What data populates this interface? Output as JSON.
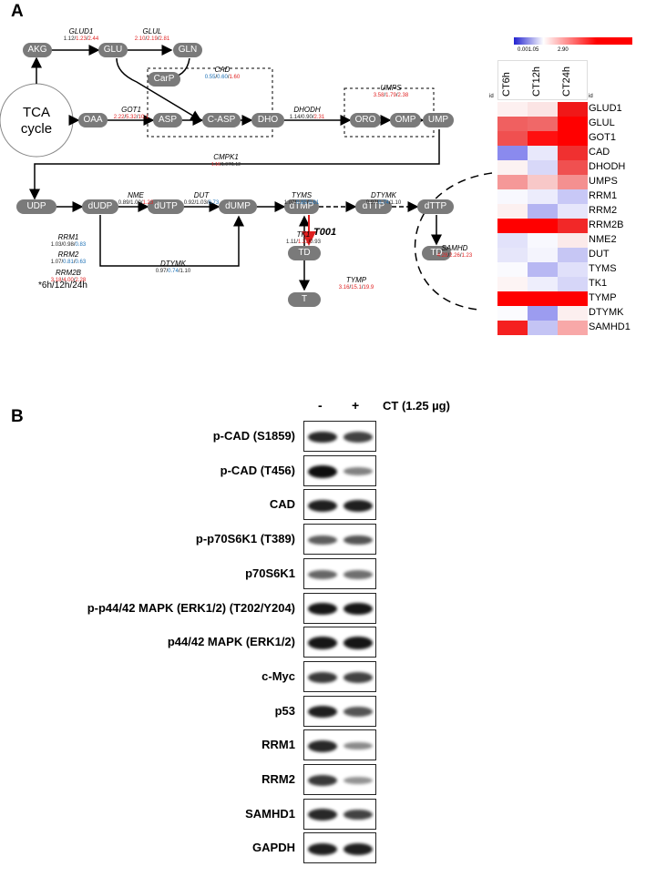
{
  "panel_a": {
    "letter": "A",
    "tca_label_1": "TCA",
    "tca_label_2": "cycle",
    "nodes": {
      "akg": "AKG",
      "glu": "GLU",
      "gln": "GLN",
      "carp": "CarP",
      "oaa": "OAA",
      "asp": "ASP",
      "casp": "C-ASP",
      "dho": "DHO",
      "oro": "ORO",
      "omp": "OMP",
      "ump": "UMP",
      "udp": "UDP",
      "dudp": "dUDP",
      "dutp": "dUTP",
      "dump": "dUMP",
      "dtmp": "dTMP",
      "dttp1": "dTTP",
      "dttp2": "dTTP",
      "td1": "TD",
      "td2": "TD",
      "t": "T"
    },
    "enzymes": {
      "glud1": {
        "name": "GLUD1",
        "v": [
          "1.12",
          "1.23",
          "2.44"
        ]
      },
      "glul": {
        "name": "GLUL",
        "v": [
          "2.10",
          "2.19",
          "2.81"
        ]
      },
      "cad": {
        "name": "CAD",
        "v": [
          "0.55",
          "0.60",
          "1.60"
        ]
      },
      "got1": {
        "name": "GOT1",
        "v": [
          "2.22",
          "5.32",
          "10.1"
        ]
      },
      "dhodh": {
        "name": "DHODH",
        "v": [
          "1.14",
          "0.90",
          "2.31"
        ]
      },
      "umps": {
        "name": "UMPS",
        "v": [
          "3.58",
          "1.79",
          "2.38"
        ]
      },
      "cmpk1": {
        "name": "CMPK1",
        "v": [
          "1.16",
          "1.07",
          "1.12"
        ]
      },
      "rrm1": {
        "name": "RRM1",
        "v": [
          "1.03",
          "0.98",
          "0.83"
        ]
      },
      "rrm2": {
        "name": "RRM2",
        "v": [
          "1.07",
          "0.81",
          "0.63"
        ]
      },
      "rrm2b": {
        "name": "RRM2B",
        "v": [
          "3.18",
          "4.00",
          "2.28"
        ]
      },
      "nme": {
        "name": "NME",
        "v": [
          "0.89",
          "1.00",
          "1.23"
        ]
      },
      "dut": {
        "name": "DUT",
        "v": [
          "0.92",
          "1.03",
          "0.73"
        ]
      },
      "tyms": {
        "name": "TYMS",
        "v": [
          "1.07",
          "0.85",
          "0.61"
        ]
      },
      "dtymk1": {
        "name": "DTYMK",
        "v": [
          "0.97",
          "0.74",
          "1.10"
        ]
      },
      "dtymk2": {
        "name": "DTYMK",
        "v": [
          "0.97",
          "0.74",
          "1.10"
        ]
      },
      "tk1": {
        "name": "TK1",
        "v": [
          "1.11",
          "1.22",
          "0.93"
        ]
      },
      "tymp": {
        "name": "TYMP",
        "v": [
          "3.16",
          "15.1",
          "19.9"
        ]
      },
      "samhd": {
        "name": "SAMHD",
        "v": [
          "4.28",
          "2.26",
          "1.23"
        ]
      }
    },
    "t001_label": "T001",
    "timepoints_note": "*6h/12h/24h",
    "colors": {
      "up": "#e02020",
      "down": "#1a6fb5",
      "neutral": "#222222",
      "node": "#7a7a7a",
      "arrow_red": "#e02020"
    }
  },
  "heatmap": {
    "scale_min": "0.001.05",
    "scale_max": "2.90",
    "id_label": "id",
    "columns": [
      "CT6h",
      "CT12h",
      "CT24h"
    ],
    "rows": [
      "GLUD1",
      "GLUL",
      "GOT1",
      "CAD",
      "DHODH",
      "UMPS",
      "RRM1",
      "RRM2",
      "RRM2B",
      "NME2",
      "DUT",
      "TYMS",
      "TK1",
      "TYMP",
      "DTYMK",
      "SAMHD1"
    ],
    "colors": [
      [
        "#fdf0f0",
        "#fbe4e4",
        "#f01818"
      ],
      [
        "#f06060",
        "#f06868",
        "#ff0000"
      ],
      [
        "#f05050",
        "#ff1010",
        "#ff0000"
      ],
      [
        "#8a8aee",
        "#e8e8fb",
        "#f03030"
      ],
      [
        "#fcf2f2",
        "#d8d8f8",
        "#f05050"
      ],
      [
        "#f59898",
        "#f8c8c8",
        "#f49090"
      ],
      [
        "#f8f8fe",
        "#ececfc",
        "#c8c8f6"
      ],
      [
        "#fcf0f0",
        "#b4b4f2",
        "#e6e6fb"
      ],
      [
        "#ff0000",
        "#ff0000",
        "#f22828"
      ],
      [
        "#e2e2fa",
        "#f8f8fe",
        "#fbeaea"
      ],
      [
        "#e6e6fa",
        "#f4f4fd",
        "#c6c6f4"
      ],
      [
        "#fafafe",
        "#b8b8f3",
        "#e0e0fa"
      ],
      [
        "#fdf4f4",
        "#eeeefc",
        "#d6d6f8"
      ],
      [
        "#ff0000",
        "#ff0000",
        "#ff0000"
      ],
      [
        "#fbfbfe",
        "#9c9cf0",
        "#fcefef"
      ],
      [
        "#f52020",
        "#c4c4f4",
        "#f8a8a8"
      ]
    ]
  },
  "panel_b": {
    "letter": "B",
    "lane_minus": "-",
    "lane_plus": "+",
    "treatment": "CT (1.25 µg)",
    "blots": [
      {
        "label": "p-CAD (S1859)",
        "bands": [
          0.85,
          0.7
        ]
      },
      {
        "label": "p-CAD (T456)",
        "bands": [
          1.0,
          0.35
        ]
      },
      {
        "label": "CAD",
        "bands": [
          0.9,
          0.9
        ]
      },
      {
        "label": "p-p70S6K1 (T389)",
        "bands": [
          0.55,
          0.6
        ]
      },
      {
        "label": "p70S6K1",
        "bands": [
          0.5,
          0.45
        ]
      },
      {
        "label": "p-p44/42 MAPK (ERK1/2) (T202/Y204)",
        "bands": [
          0.95,
          0.95
        ]
      },
      {
        "label": "p44/42 MAPK (ERK1/2)",
        "bands": [
          0.95,
          0.95
        ]
      },
      {
        "label": "c-Myc",
        "bands": [
          0.75,
          0.7
        ]
      },
      {
        "label": "p53",
        "bands": [
          0.9,
          0.6
        ]
      },
      {
        "label": "RRM1",
        "bands": [
          0.85,
          0.3
        ]
      },
      {
        "label": "RRM2",
        "bands": [
          0.75,
          0.25
        ]
      },
      {
        "label": "SAMHD1",
        "bands": [
          0.85,
          0.7
        ]
      },
      {
        "label": "GAPDH",
        "bands": [
          0.9,
          0.9
        ]
      }
    ]
  }
}
